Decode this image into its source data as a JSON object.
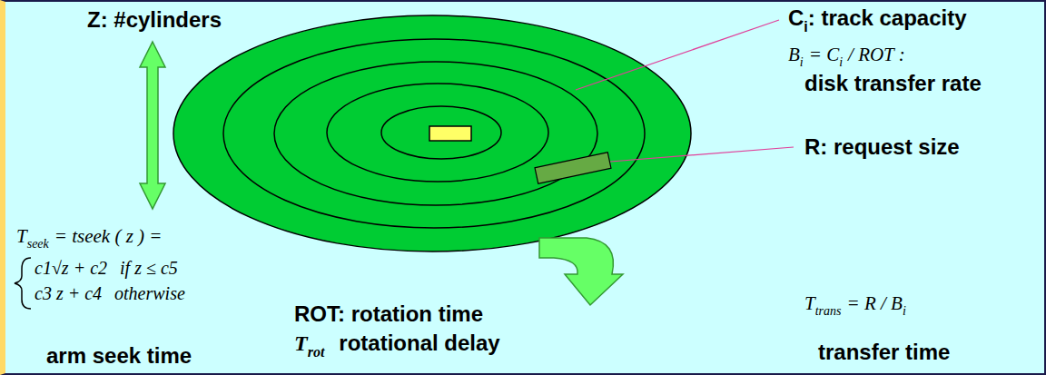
{
  "diagram": {
    "labels": [
      "Z: #cylinders",
      "C",
      "i",
      ": track capacity",
      "B",
      "i",
      "= C",
      "i",
      "/ ROT :",
      "disk transfer rate",
      "R: request size",
      "T",
      "seek",
      "= tseek ( z ) =",
      "c1√z + c2",
      "if z ≤ c5",
      "c3 z + c4",
      "otherwise",
      "arm seek time",
      "ROT: rotation time",
      "T",
      "rot",
      "rotational delay",
      "T",
      "trans",
      "= R / B",
      "i",
      "transfer time"
    ]
  }
}
